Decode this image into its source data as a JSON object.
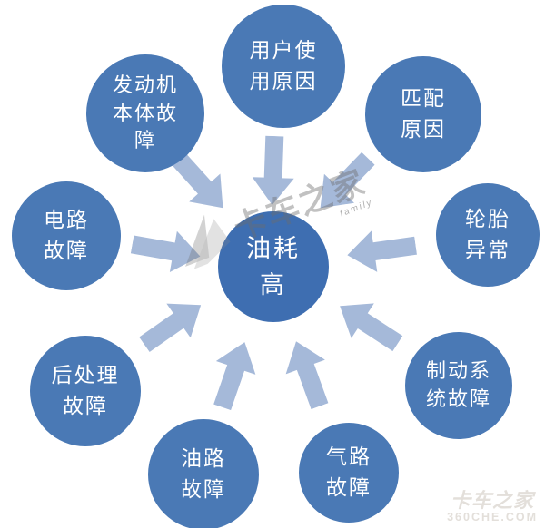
{
  "diagram": {
    "center_node": {
      "lines": [
        "油耗",
        "高"
      ]
    },
    "cause_nodes": [
      {
        "name": "user-usage",
        "lines": [
          "用户使",
          "用原因"
        ]
      },
      {
        "name": "engine-body-fault",
        "lines": [
          "发动机",
          "本体故",
          "障"
        ]
      },
      {
        "name": "matching-cause",
        "lines": [
          "匹配",
          "原因"
        ]
      },
      {
        "name": "circuit-fault",
        "lines": [
          "电路",
          "故障"
        ]
      },
      {
        "name": "tire-abnormal",
        "lines": [
          "轮胎",
          "异常"
        ]
      },
      {
        "name": "aftertreatment-fault",
        "lines": [
          "后处理",
          "故障"
        ]
      },
      {
        "name": "brake-system-fault",
        "lines": [
          "制动系",
          "统故障"
        ]
      },
      {
        "name": "oil-line-fault",
        "lines": [
          "油路",
          "故障"
        ]
      },
      {
        "name": "air-line-fault",
        "lines": [
          "气路",
          "故障"
        ]
      }
    ],
    "colors": {
      "cause_circle": "#4a79b5",
      "center_circle": "#3e6eb1",
      "arrow": "#a5b9d9",
      "label_text": "#ffffff"
    }
  },
  "watermarks": {
    "center": {
      "text": "卡车之家",
      "subtext": "family"
    },
    "corner": {
      "line1": "卡车之家",
      "line2": "360CHE.COM"
    }
  }
}
